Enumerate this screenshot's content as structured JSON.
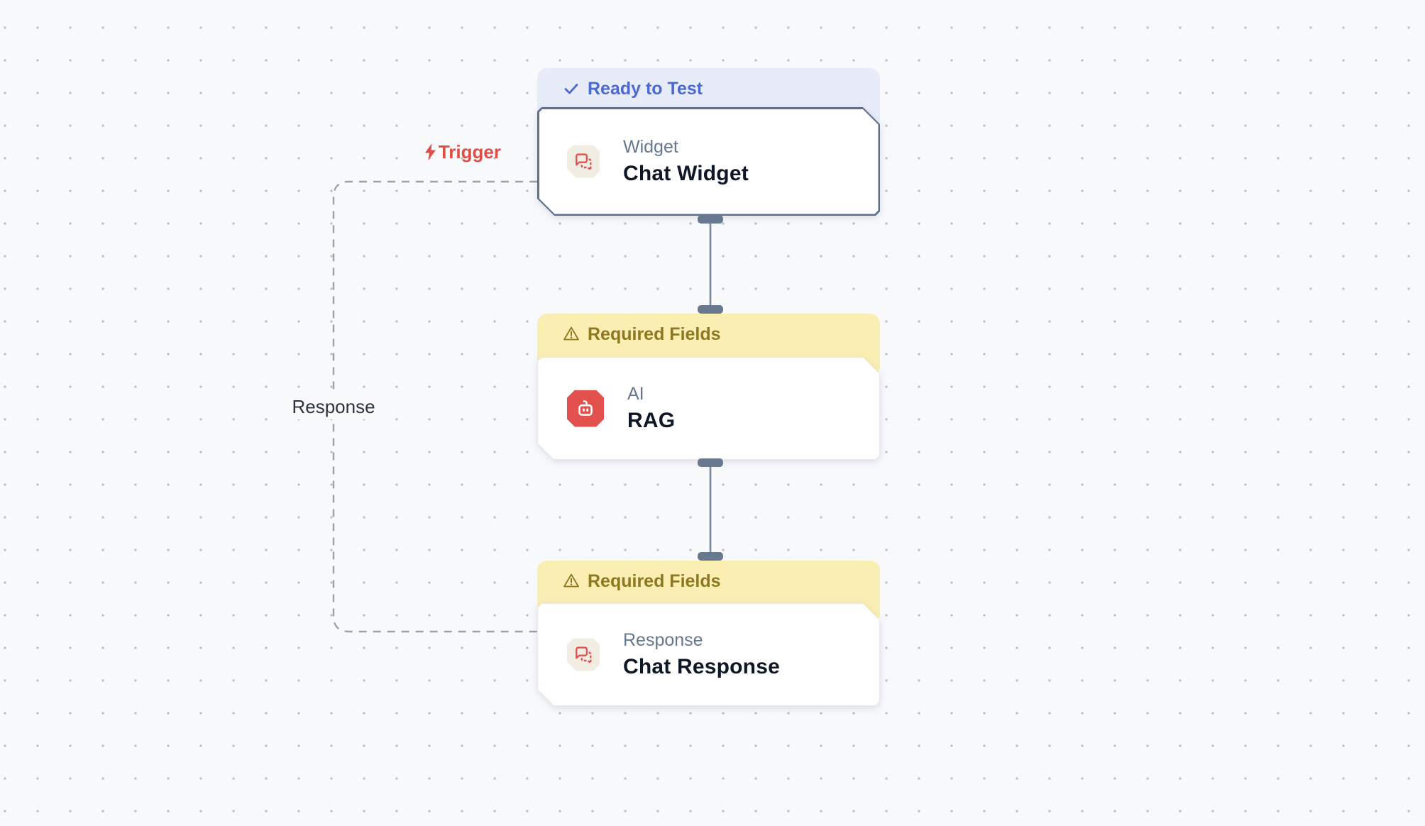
{
  "canvas": {
    "background": "#f8f9fb",
    "dot_color": "#b9bec6"
  },
  "annotations": {
    "trigger": {
      "label": "Trigger",
      "icon": "lightning-bolt-icon",
      "color": "#dd4e46"
    },
    "response": {
      "label": "Response"
    }
  },
  "nodes": [
    {
      "id": "chat-widget",
      "status": {
        "label": "Ready to Test",
        "state": "ready",
        "icon": "check-icon",
        "bg": "#e8ecf9",
        "color": "#4c68d2"
      },
      "category": "Widget",
      "title": "Chat Widget",
      "icon": "chat-bubbles-icon",
      "highlighted_border": true
    },
    {
      "id": "rag",
      "status": {
        "label": "Required Fields",
        "state": "warning",
        "icon": "warning-icon",
        "bg": "#faeeb3",
        "color": "#8d7820"
      },
      "category": "AI",
      "title": "RAG",
      "icon": "robot-icon",
      "highlighted_border": false
    },
    {
      "id": "chat-response",
      "status": {
        "label": "Required Fields",
        "state": "warning",
        "icon": "warning-icon",
        "bg": "#faeeb3",
        "color": "#8d7820"
      },
      "category": "Response",
      "title": "Chat Response",
      "icon": "chat-bubbles-icon",
      "highlighted_border": false
    }
  ],
  "edges": [
    {
      "from": "chat-widget",
      "to": "rag",
      "style": "solid"
    },
    {
      "from": "rag",
      "to": "chat-response",
      "style": "solid"
    },
    {
      "from": "chat-widget",
      "to": "chat-response",
      "style": "dashed",
      "label": "Response"
    }
  ],
  "colors": {
    "node_border_highlight": "#5e7090",
    "edge": "#7688a0",
    "handle": "#68798f",
    "dashed_edge": "#9aa2ac",
    "icon_red": "#e2514d",
    "title_text": "#0e1726",
    "category_text": "#64788f"
  }
}
